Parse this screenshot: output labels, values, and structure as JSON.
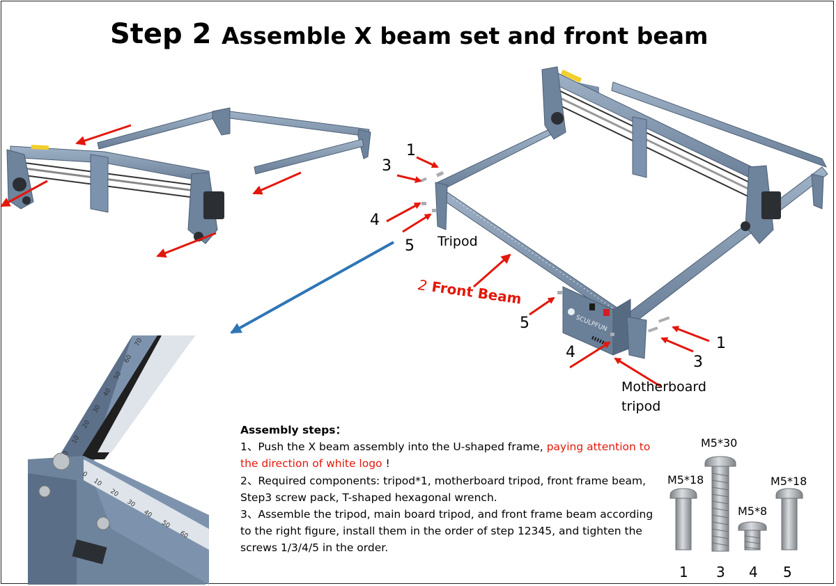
{
  "title": {
    "step": "Step 2",
    "text": "Assemble X beam set and front beam"
  },
  "callouts": {
    "tripod": "Tripod",
    "front_beam_num": "2",
    "front_beam": "Front Beam",
    "motherboard_tripod_line1": "Motherboard",
    "motherboard_tripod_line2": "tripod",
    "logo": "SCULPFUN"
  },
  "left_numbers": [
    "1",
    "3",
    "4",
    "5"
  ],
  "right_numbers": [
    "5",
    "4",
    "1",
    "3"
  ],
  "ruler_marks_vertical": [
    "70",
    "60",
    "50",
    "40",
    "30",
    "20",
    "10",
    "0"
  ],
  "ruler_marks_horizontal": [
    "0",
    "10",
    "20",
    "30",
    "40",
    "50",
    "60"
  ],
  "assembly": {
    "heading": "Assembly steps：",
    "step1_a": "1、Push the X beam assembly into the U-shaped frame, ",
    "step1_red": "paying attention to the direction of white logo",
    "step1_b": " !",
    "step2": "2、Required components: tripod*1, motherboard tripod, front frame beam, Step3 screw pack, T-shaped hexagonal wrench.",
    "step3": "3、Assemble the tripod, main board tripod, and front frame beam according to the right figure, install them in the order of step 12345, and tighten the screws 1/3/4/5 in the order."
  },
  "screws": [
    {
      "number": "1",
      "size": "M5*18"
    },
    {
      "number": "3",
      "size": "M5*30"
    },
    {
      "number": "4",
      "size": "M5*8"
    },
    {
      "number": "5",
      "size": "M5*18"
    }
  ],
  "colors": {
    "beam": "#7d93ad",
    "beam_dark": "#4d5f75",
    "arrow_red": "#e3170a",
    "arrow_blue": "#2e75b6",
    "screw": "#a9adb2"
  }
}
